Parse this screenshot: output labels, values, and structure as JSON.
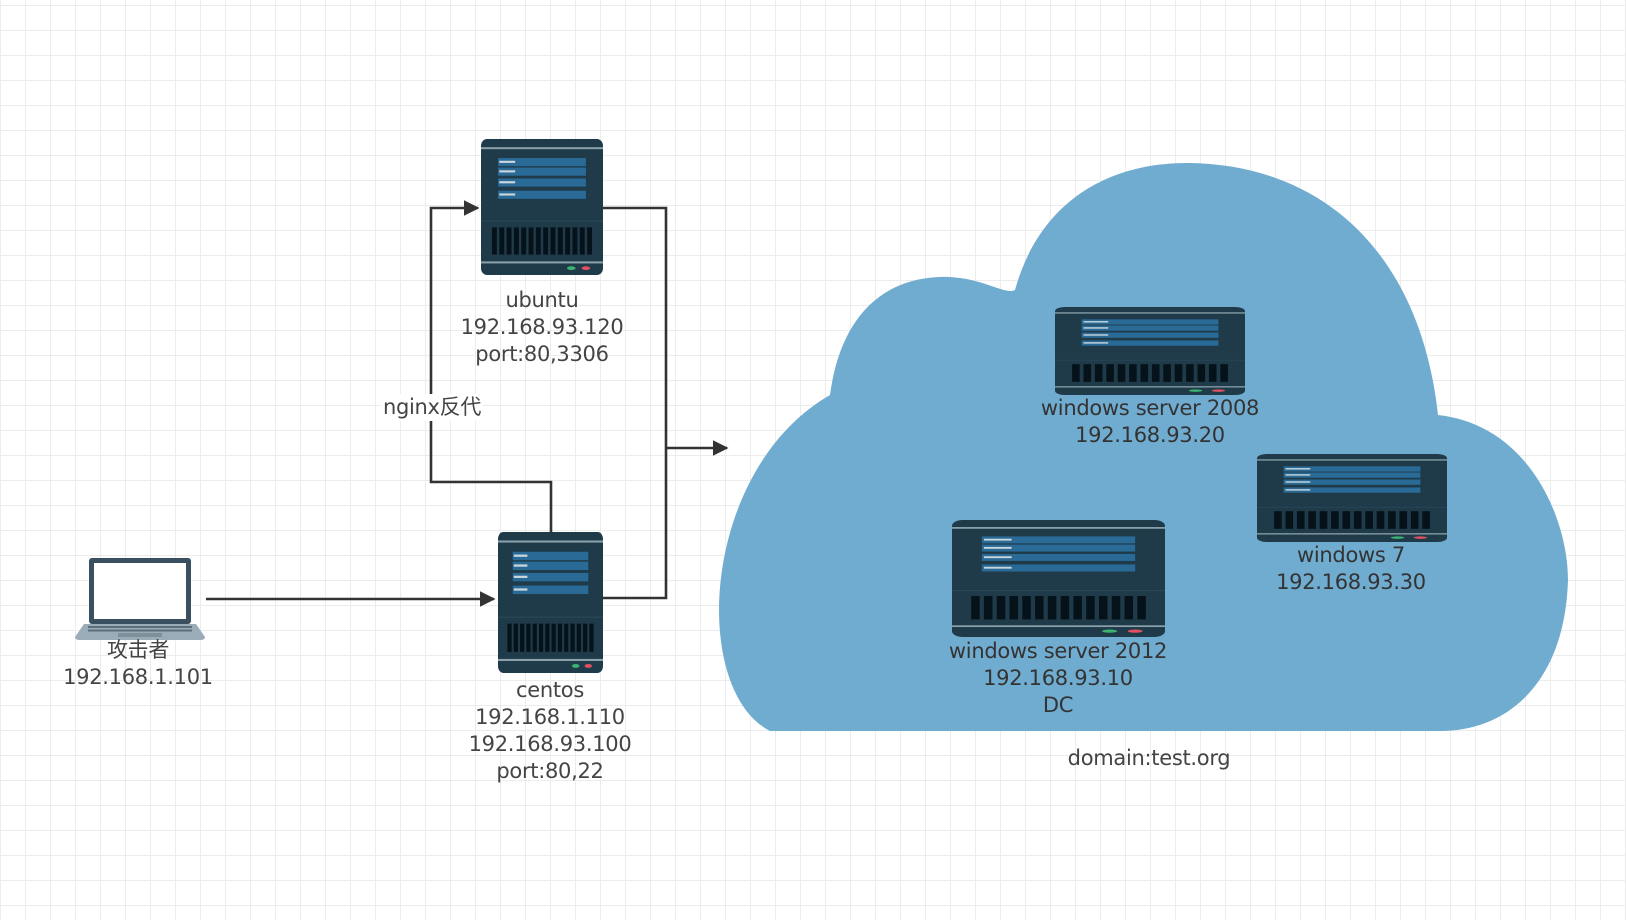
{
  "colors": {
    "cloud": "#70acd0",
    "server_body": "#1f3a48",
    "server_panel": "#2a6a96",
    "connector": "#333333",
    "led_green": "#3cb371",
    "led_red": "#e05060"
  },
  "nodes": {
    "attacker": {
      "icon": "laptop-icon",
      "lines": [
        "攻击者",
        "192.168.1.101"
      ]
    },
    "centos": {
      "icon": "server-icon",
      "lines": [
        "centos",
        "192.168.1.110",
        "192.168.93.100",
        "port:80,22"
      ]
    },
    "ubuntu": {
      "icon": "server-icon",
      "lines": [
        "ubuntu",
        "192.168.93.120",
        "port:80,3306"
      ]
    },
    "win2008": {
      "icon": "server-icon",
      "lines": [
        "windows server 2008",
        "192.168.93.20"
      ]
    },
    "win7": {
      "icon": "server-icon",
      "lines": [
        "windows 7",
        "192.168.93.30"
      ]
    },
    "win2012": {
      "icon": "server-icon",
      "lines": [
        "windows server 2012",
        "192.168.93.10",
        "DC"
      ]
    }
  },
  "edges": [
    {
      "from": "attacker",
      "to": "centos",
      "label": ""
    },
    {
      "from": "centos",
      "to": "ubuntu",
      "label": "nginx反代"
    },
    {
      "from": "centos",
      "to": "domain-cloud",
      "label": ""
    },
    {
      "from": "ubuntu",
      "to": "domain-cloud",
      "label": ""
    }
  ],
  "cloud": {
    "label": "domain:test.org"
  }
}
